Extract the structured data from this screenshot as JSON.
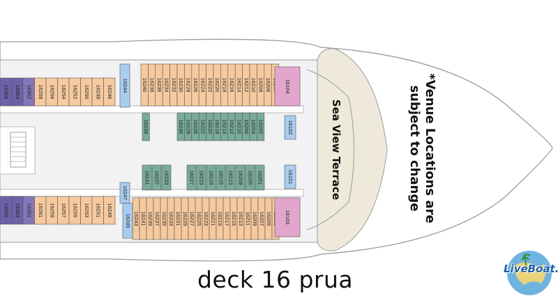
{
  "caption": "deck 16 prua",
  "notice": "*Venue Locations are subject to change",
  "venue": "Sea View Terrace",
  "logo_text": "LiveBoat.it",
  "colors": {
    "hull_fill": "#ffffff",
    "hull_stroke": "#9a9a9a",
    "deck_fill": "#f2f2f2",
    "balcony": "#f6c99e",
    "oceanview": "#f1e2a6",
    "suite": "#8577b7",
    "minisuite": "#6d62a8",
    "inside": "#79ab9c",
    "blue": "#a9cdef",
    "pink": "#e2a6cd",
    "terrace": "#efe9dc"
  },
  "cabins": {
    "top_forward": [
      "16240",
      "16238",
      "16236",
      "16234",
      "16232",
      "16230",
      "16228",
      "16226",
      "16224",
      "16222",
      "16220",
      "16218",
      "16216",
      "16214",
      "16212",
      "16210",
      "16208",
      "16206",
      "16204"
    ],
    "bottom_forward": [
      "16243",
      "16241",
      "16239",
      "16237",
      "16235",
      "16233",
      "16231",
      "16229",
      "16227",
      "16225",
      "16223",
      "16221",
      "16219",
      "16217",
      "16215",
      "16213",
      "16211",
      "16209",
      "16207",
      "16205",
      "16203"
    ],
    "inside_top": [
      "16238",
      "16230",
      "16228",
      "16226",
      "16222",
      "16220",
      "16218",
      "16214",
      "16212",
      "16210",
      "16206",
      "16204",
      "16202"
    ],
    "inside_bottom": [
      "16241",
      "16237",
      "16233",
      "16227",
      "16223",
      "16219",
      "16215",
      "16213",
      "16209",
      "16205",
      "16201"
    ],
    "top_aft": [
      "16306",
      "16304",
      "16302",
      "16258",
      "16256",
      "16254",
      "16252",
      "16250",
      "16248",
      "16246"
    ],
    "bottom_aft": [
      "16305",
      "16303",
      "16301",
      "16261",
      "16259",
      "16257",
      "16255",
      "16253",
      "16251",
      "16249"
    ],
    "blue_top": "16244",
    "blue_bottom": "16247",
    "blue_bottom_2": "16245",
    "small_top": "16102",
    "small_bottom": "16101",
    "pink_top": "16104",
    "pink_bottom": "16103"
  }
}
